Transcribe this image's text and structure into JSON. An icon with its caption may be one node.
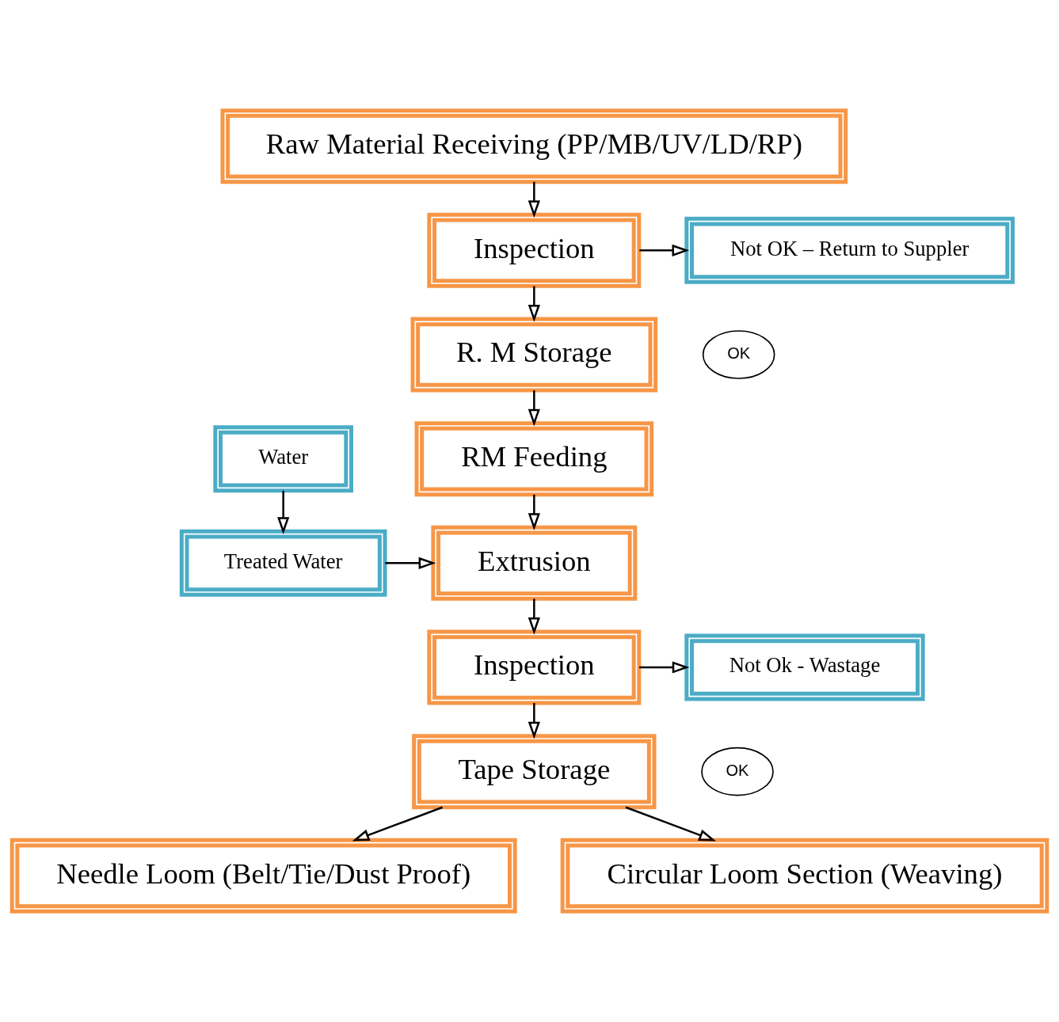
{
  "diagram": {
    "nodes": [
      {
        "text": [
          "Raw Material Receiving (PP/MB/UV/LD/RP)"
        ]
      },
      {
        "text": [
          "Inspection"
        ]
      },
      {
        "text": [
          "Not OK – Return to Suppler"
        ]
      },
      {
        "text": [
          "OK"
        ]
      },
      {
        "text": [
          "R. M Storage"
        ]
      },
      {
        "text": [
          "RM Feeding"
        ]
      },
      {
        "text": [
          "Water"
        ]
      },
      {
        "text": [
          "Treated Water"
        ]
      },
      {
        "text": [
          "Extrusion"
        ]
      },
      {
        "text": [
          "Inspection"
        ]
      },
      {
        "text": [
          "Not Ok - Wastage"
        ]
      },
      {
        "text": [
          "OK"
        ]
      },
      {
        "text": [
          "Tape Storage"
        ]
      },
      {
        "text": [
          "Needle Loom (Belt/Tie/Dust Proof)"
        ]
      },
      {
        "text": [
          "Circular Loom Section (Weaving)"
        ]
      }
    ],
    "edges": [
      {
        "from": 0,
        "to": 1,
        "arrow": "to"
      },
      {
        "from": 1,
        "to": 2,
        "arrow": "to"
      },
      {
        "from": 1,
        "to": 4,
        "arrow": "to"
      },
      {
        "from": 4,
        "to": 5,
        "arrow": "to"
      },
      {
        "from": 6,
        "to": 7,
        "arrow": "to"
      },
      {
        "from": 7,
        "to": 8,
        "arrow": "to"
      },
      {
        "from": 5,
        "to": 8,
        "arrow": "to"
      },
      {
        "from": 8,
        "to": 9,
        "arrow": "to"
      },
      {
        "from": 9,
        "to": 10,
        "arrow": "to"
      },
      {
        "from": 9,
        "to": 12,
        "arrow": "to"
      },
      {
        "from": 12,
        "to": 13,
        "arrow": "to"
      },
      {
        "from": 12,
        "to": 14,
        "arrow": "to"
      }
    ]
  }
}
